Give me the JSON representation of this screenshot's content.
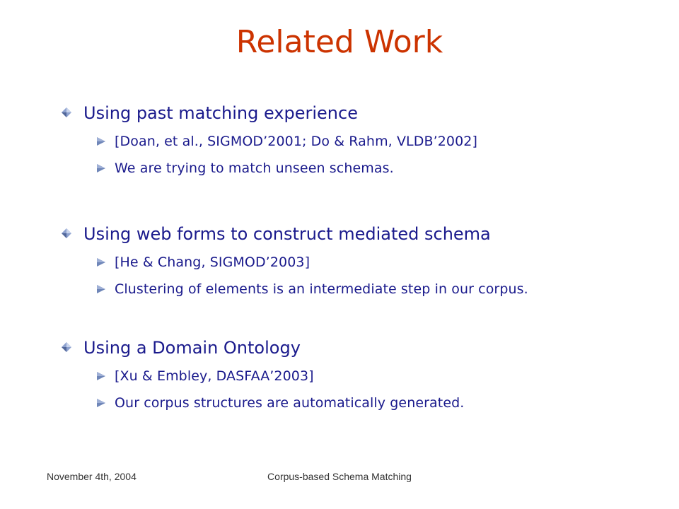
{
  "slide": {
    "title": "Related Work",
    "sections": [
      {
        "heading": "Using past matching experience",
        "points": [
          "[Doan, et al., SIGMOD’2001; Do & Rahm, VLDB’2002]",
          "We are trying to match unseen schemas."
        ]
      },
      {
        "heading": "Using web forms to construct mediated schema",
        "points": [
          "[He & Chang, SIGMOD’2003]",
          "Clustering of elements is an intermediate step in our corpus."
        ]
      },
      {
        "heading": "Using a Domain Ontology",
        "points": [
          "[Xu & Embley, DASFAA’2003]",
          "Our corpus structures are automatically generated."
        ]
      }
    ]
  },
  "footer": {
    "date": "November 4th, 2004",
    "center": "Corpus-based Schema Matching"
  },
  "colors": {
    "title": "#cc3300",
    "text": "#1a1a8c",
    "bullet": "#6f86b8"
  },
  "icons": {
    "section_bullet": "diamond-bullet-icon",
    "sub_bullet": "triangle-arrow-icon"
  }
}
